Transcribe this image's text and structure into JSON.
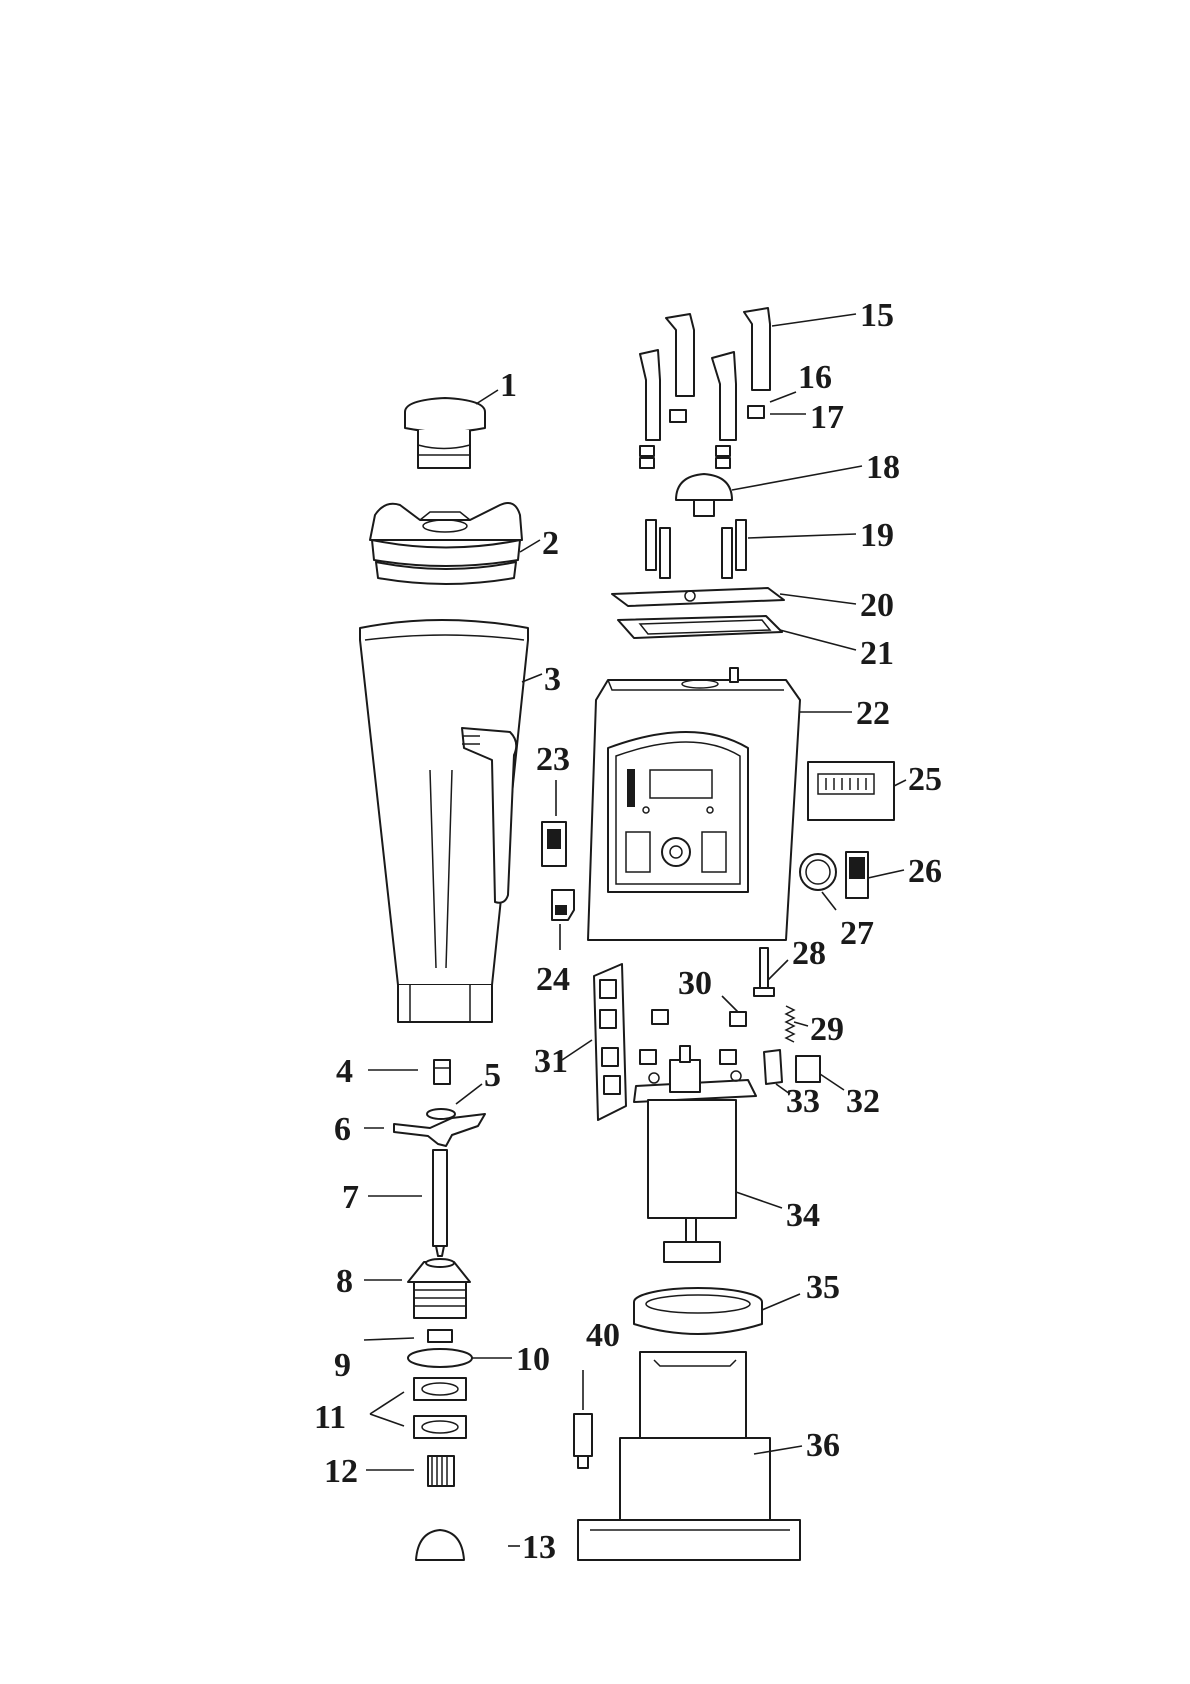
{
  "callouts": [
    {
      "id": "1",
      "label": "1"
    },
    {
      "id": "2",
      "label": "2"
    },
    {
      "id": "3",
      "label": "3"
    },
    {
      "id": "4",
      "label": "4"
    },
    {
      "id": "5",
      "label": "5"
    },
    {
      "id": "6",
      "label": "6"
    },
    {
      "id": "7",
      "label": "7"
    },
    {
      "id": "8",
      "label": "8"
    },
    {
      "id": "9",
      "label": "9"
    },
    {
      "id": "10",
      "label": "10"
    },
    {
      "id": "11",
      "label": "11"
    },
    {
      "id": "12",
      "label": "12"
    },
    {
      "id": "13",
      "label": "13"
    },
    {
      "id": "15",
      "label": "15"
    },
    {
      "id": "16",
      "label": "16"
    },
    {
      "id": "17",
      "label": "17"
    },
    {
      "id": "18",
      "label": "18"
    },
    {
      "id": "19",
      "label": "19"
    },
    {
      "id": "20",
      "label": "20"
    },
    {
      "id": "21",
      "label": "21"
    },
    {
      "id": "22",
      "label": "22"
    },
    {
      "id": "23",
      "label": "23"
    },
    {
      "id": "24",
      "label": "24"
    },
    {
      "id": "25",
      "label": "25"
    },
    {
      "id": "26",
      "label": "26"
    },
    {
      "id": "27",
      "label": "27"
    },
    {
      "id": "28",
      "label": "28"
    },
    {
      "id": "29",
      "label": "29"
    },
    {
      "id": "30",
      "label": "30"
    },
    {
      "id": "31",
      "label": "31"
    },
    {
      "id": "32",
      "label": "32"
    },
    {
      "id": "33",
      "label": "33"
    },
    {
      "id": "34",
      "label": "34"
    },
    {
      "id": "35",
      "label": "35"
    },
    {
      "id": "36",
      "label": "36"
    },
    {
      "id": "40",
      "label": "40"
    }
  ]
}
